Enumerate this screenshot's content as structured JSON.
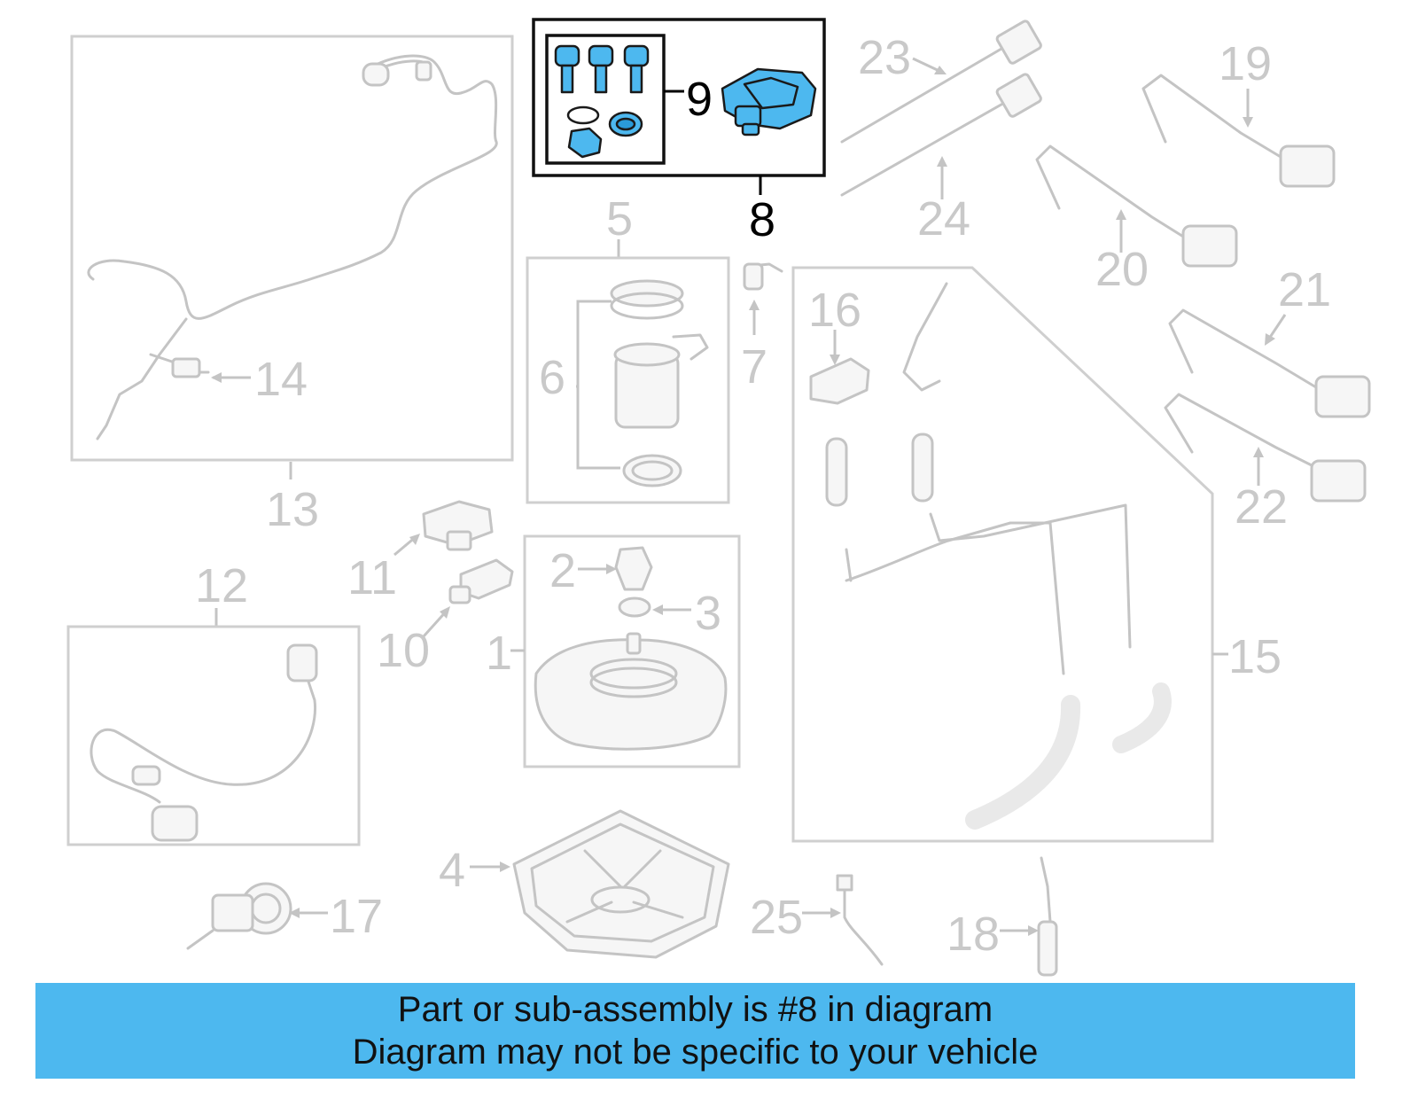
{
  "callouts": [
    {
      "id": "1",
      "label": "1"
    },
    {
      "id": "2",
      "label": "2"
    },
    {
      "id": "3",
      "label": "3"
    },
    {
      "id": "4",
      "label": "4"
    },
    {
      "id": "5",
      "label": "5"
    },
    {
      "id": "6",
      "label": "6"
    },
    {
      "id": "7",
      "label": "7"
    },
    {
      "id": "8",
      "label": "8"
    },
    {
      "id": "9",
      "label": "9"
    },
    {
      "id": "10",
      "label": "10"
    },
    {
      "id": "11",
      "label": "11"
    },
    {
      "id": "12",
      "label": "12"
    },
    {
      "id": "13",
      "label": "13"
    },
    {
      "id": "14",
      "label": "14"
    },
    {
      "id": "15",
      "label": "15"
    },
    {
      "id": "16",
      "label": "16"
    },
    {
      "id": "17",
      "label": "17"
    },
    {
      "id": "18",
      "label": "18"
    },
    {
      "id": "19",
      "label": "19"
    },
    {
      "id": "20",
      "label": "20"
    },
    {
      "id": "21",
      "label": "21"
    },
    {
      "id": "22",
      "label": "22"
    },
    {
      "id": "23",
      "label": "23"
    },
    {
      "id": "24",
      "label": "24"
    },
    {
      "id": "25",
      "label": "25"
    }
  ],
  "highlighted_part": "8",
  "colors": {
    "highlight": "#4db8ef",
    "muted": "#c4c4c4",
    "banner": "#4db8ef"
  },
  "banner": {
    "line1": "Part or sub-assembly is #8 in diagram",
    "line2": "Diagram may not be specific to your vehicle"
  }
}
